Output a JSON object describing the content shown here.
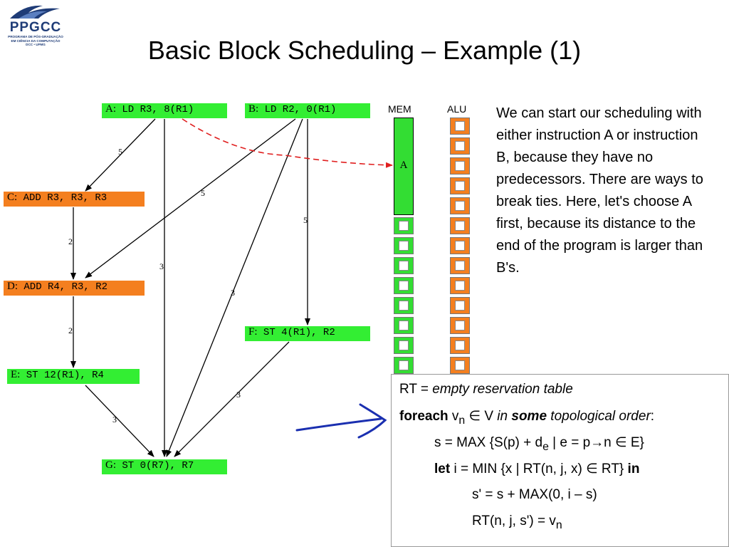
{
  "logo": {
    "name": "PPGCC",
    "subtitle": [
      "PROGRAMA DE PÓS-GRADUAÇÃO",
      "EM CIÊNCIA DA COMPUTAÇÃO",
      "DCC • UFMG"
    ]
  },
  "title": "Basic Block Scheduling – Example (1)",
  "nodes": {
    "A": {
      "id": "A:",
      "instr": " LD R3, 8(R1)"
    },
    "B": {
      "id": "B:",
      "instr": " LD R2, 0(R1)"
    },
    "C": {
      "id": "C:",
      "instr": " ADD R3, R3, R3"
    },
    "D": {
      "id": "D:",
      "instr": " ADD R4, R3, R2"
    },
    "E": {
      "id": "E:",
      "instr": " ST 12(R1), R4"
    },
    "F": {
      "id": "F:",
      "instr": " ST 4(R1), R2"
    },
    "G": {
      "id": "G:",
      "instr": " ST 0(R7), R7"
    }
  },
  "edges": [
    {
      "from": "A",
      "to": "C",
      "weight": "5"
    },
    {
      "from": "A",
      "to": "G",
      "weight": "3"
    },
    {
      "from": "B",
      "to": "D",
      "weight": "5"
    },
    {
      "from": "B",
      "to": "F",
      "weight": "5"
    },
    {
      "from": "B",
      "to": "G",
      "weight": "3"
    },
    {
      "from": "C",
      "to": "D",
      "weight": "2"
    },
    {
      "from": "D",
      "to": "E",
      "weight": "2"
    },
    {
      "from": "E",
      "to": "G",
      "weight": "3"
    },
    {
      "from": "F",
      "to": "G",
      "weight": "3"
    }
  ],
  "reservation": {
    "mem_label": "MEM",
    "alu_label": "ALU",
    "mem_cell_label": "A",
    "colors": {
      "node_green": "#33ee33",
      "node_orange": "#f47f1f",
      "arrow_red": "#e02020",
      "pen_blue": "#1a2fb0"
    }
  },
  "explanation": "We can start our scheduling with either instruction A or instruction B, because they have no predecessors. There are ways to break ties. Here, let's choose A first, because its distance to the end of the program is larger than B's.",
  "algorithm": {
    "l1_a": "RT = ",
    "l1_b": "empty reservation table",
    "l2_a": "foreach",
    "l2_b": " v",
    "l2_c": "n",
    "l2_d": " ∈ V ",
    "l2_e": "in ",
    "l2_f": "some",
    "l2_g": " topological order",
    "l2_h": ":",
    "l3_a": "s = MAX {S(p) + d",
    "l3_b": "e",
    "l3_c": " | e = p→n ∈ E}",
    "l4_a": "let",
    "l4_b": " i = MIN {x | RT(n, j, x) ∈ RT} ",
    "l4_c": "in",
    "l5": "s' = s + MAX(0, i – s)",
    "l6_a": "RT(n, j, s') = v",
    "l6_b": "n"
  }
}
